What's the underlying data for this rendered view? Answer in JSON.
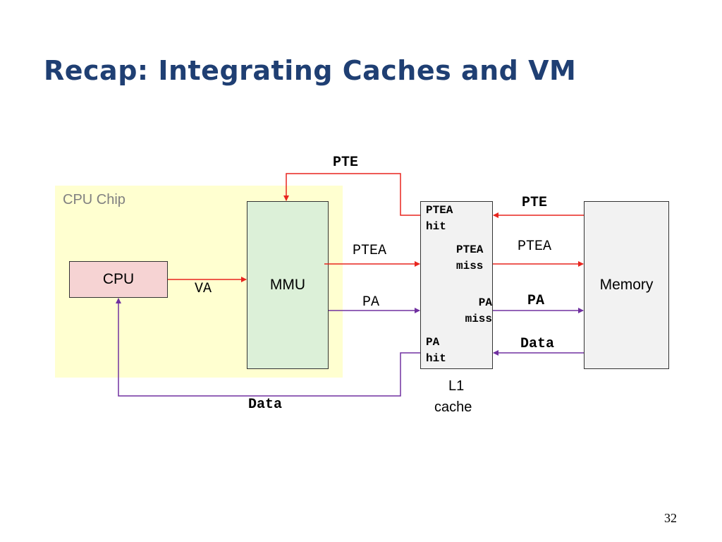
{
  "slide": {
    "title": "Recap: Integrating Caches and VM",
    "page_number": "32"
  },
  "diagram": {
    "chip_label": "CPU Chip",
    "boxes": {
      "cpu": "CPU",
      "mmu": "MMU",
      "memory": "Memory",
      "cache_line1": "L1",
      "cache_line2": "cache"
    },
    "cache_labels": {
      "ptea_hit_1": "PTEA",
      "ptea_hit_2": "hit",
      "ptea_miss_1": "PTEA",
      "ptea_miss_2": "miss",
      "pa_miss_1": "PA",
      "pa_miss_2": "miss",
      "pa_hit_1": "PA",
      "pa_hit_2": "hit"
    },
    "arrow_labels": {
      "va": "VA",
      "pte_top": "PTE",
      "ptea_mmu": "PTEA",
      "pa_mmu": "PA",
      "pte_mem": "PTE",
      "ptea_mem": "PTEA",
      "pa_mem": "PA",
      "data_mem": "Data",
      "data_cpu": "Data"
    },
    "colors": {
      "red_arrow": "#e8251e",
      "purple_arrow": "#7030a0",
      "chip_bg": "#ffffd0",
      "title": "#1f3f73"
    }
  }
}
